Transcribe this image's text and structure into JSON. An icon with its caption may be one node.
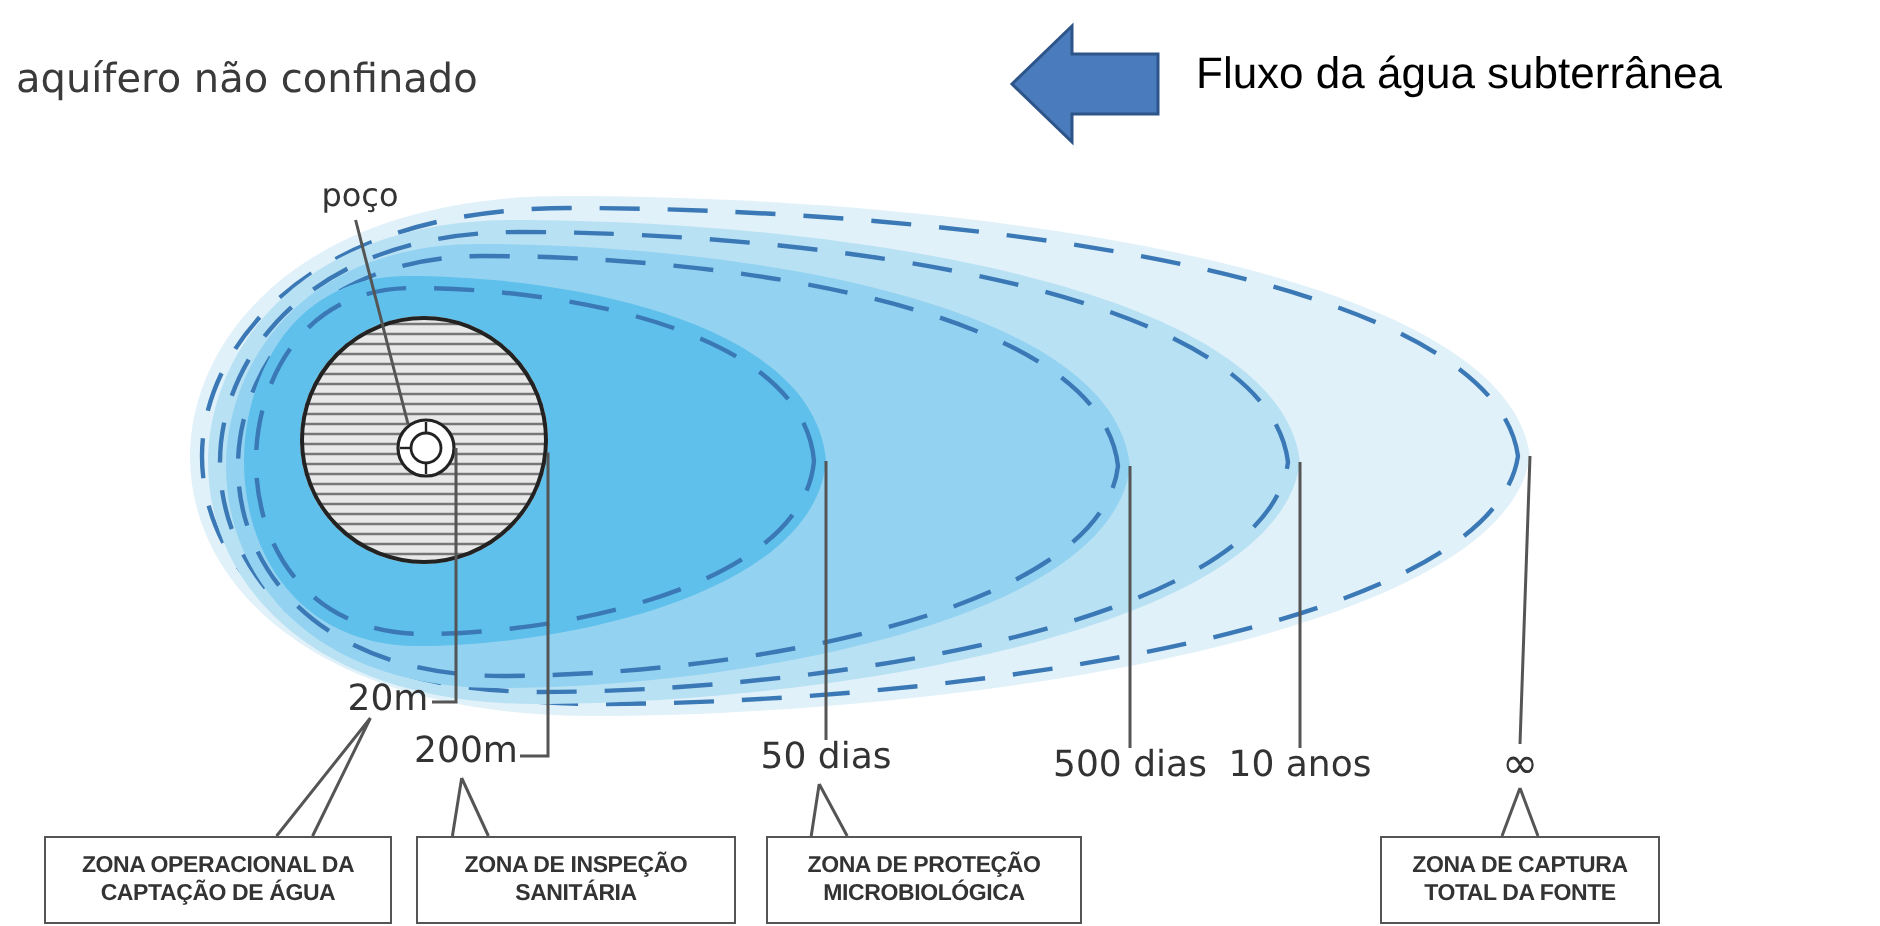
{
  "diagram": {
    "title": "aquífero não confinado",
    "nodes": [
      {
        "text": [
          "poço"
        ]
      },
      {
        "text": [],
        "shape": "oval"
      },
      {
        "text": [],
        "shape": "oval",
        "in": 1
      },
      {
        "text": [],
        "shape": "oval",
        "in": 2
      },
      {
        "text": [],
        "shape": "oval",
        "in": 3
      },
      {
        "text": [],
        "shape": "circle",
        "in": 4
      },
      {
        "text": [],
        "shape": "circle",
        "in": 5
      },
      {
        "text": [
          "20m"
        ]
      },
      {
        "text": [
          "200m"
        ]
      },
      {
        "text": [
          "50 dias"
        ]
      },
      {
        "text": [
          "500 dias"
        ]
      },
      {
        "text": [
          "10 anos"
        ]
      },
      {
        "text": [
          "∞"
        ]
      },
      {
        "text": [
          "ZONA OPERACIONAL DA CAPTAÇÃO DE ÁGUA"
        ]
      },
      {
        "text": [
          "ZONA DE INSPEÇÃO SANITÁRIA"
        ]
      },
      {
        "text": [
          "ZONA DE PROTEÇÃO MICROBIOLÓGICA"
        ]
      },
      {
        "text": [
          "ZONA DE CAPTURA TOTAL DA FONTE"
        ]
      }
    ],
    "edges": [
      {
        "from": 0,
        "to": 6,
        "arrow": "none"
      },
      {
        "from": 7,
        "to": 6,
        "arrow": "none"
      },
      {
        "from": 8,
        "to": 5,
        "arrow": "none"
      },
      {
        "from": 9,
        "to": 4,
        "arrow": "none"
      },
      {
        "from": 10,
        "to": 3,
        "arrow": "none"
      },
      {
        "from": 11,
        "to": 2,
        "arrow": "none"
      },
      {
        "from": 12,
        "to": 1,
        "arrow": "none"
      },
      {
        "from": 13,
        "to": 7,
        "arrow": "none"
      },
      {
        "from": 14,
        "to": 8,
        "arrow": "none"
      },
      {
        "from": 15,
        "to": 9,
        "arrow": "none"
      },
      {
        "from": 16,
        "to": 12,
        "arrow": "none"
      }
    ],
    "labels": [
      "Fluxo da água subterrânea"
    ]
  }
}
